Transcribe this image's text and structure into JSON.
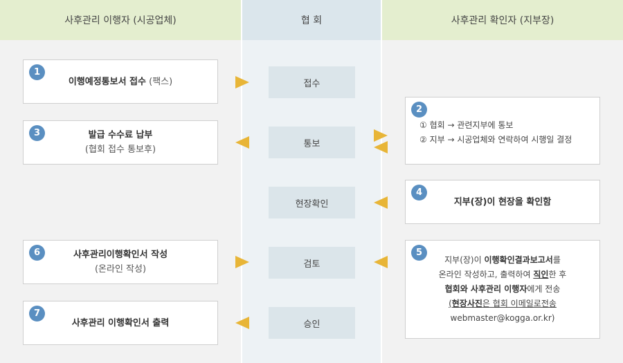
{
  "headers": {
    "left": "사후관리 이행자 (시공업체)",
    "mid": "협 회",
    "right": "사후관리 확인자 (지부장)"
  },
  "steps": {
    "s1": {
      "num": "1",
      "title": "이행예정통보서 접수",
      "extra": " (팩스)"
    },
    "s2": {
      "num": "2",
      "line1": "① 협회  → 관련지부에 통보",
      "line2": "② 지부  → 시공업체와 연락하여 시행일 결정"
    },
    "s3": {
      "num": "3",
      "title": "발급 수수료 납부",
      "sub": "(협회 접수 통보후)"
    },
    "s4": {
      "num": "4",
      "title": "지부(장)이 현장을 확인함"
    },
    "s5": {
      "num": "5",
      "l1a": "지부(장)이 ",
      "l1b": "이행확인결과보고서",
      "l1c": "를",
      "l2a": "온라인 작성하고, 출력하여 ",
      "l2b": "직인",
      "l2c": "한 후",
      "l3a": "협회와 사후관리 이행자",
      "l3b": "에게 전송",
      "l4a": "(",
      "l4b": "현장사진",
      "l4c": "은 협회 이메일로전송",
      "l5": "webmaster@kogga.or.kr)"
    },
    "s6": {
      "num": "6",
      "title": "사후관리이행확인서 작성",
      "sub": "(온라인 작성)"
    },
    "s7": {
      "num": "7",
      "title": "사후관리 이행확인서 출력"
    }
  },
  "mid_boxes": [
    "접수",
    "통보",
    "현장확인",
    "검토",
    "승인"
  ],
  "colors": {
    "arrow": "#e8b537",
    "number_badge": "#5a8fc1",
    "header_green": "#e4eecf",
    "header_blue": "#dbe6ec"
  }
}
